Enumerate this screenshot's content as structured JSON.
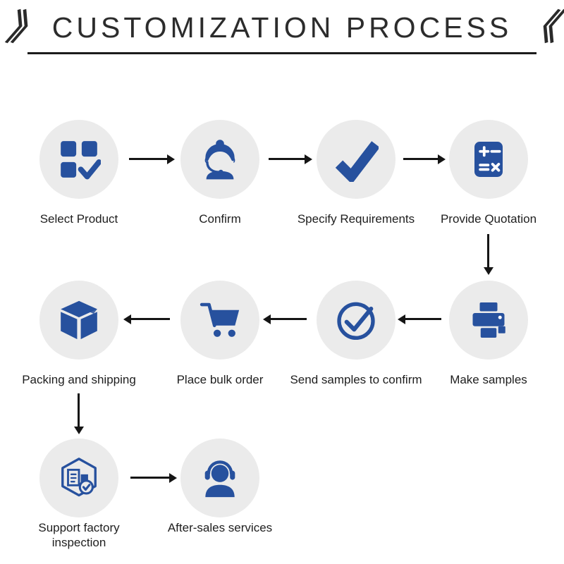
{
  "title": {
    "text": "CUSTOMIZATION PROCESS",
    "left_mark": "》",
    "right_mark": "《"
  },
  "steps": [
    {
      "label": "Select Product",
      "icon": "product-grid-check-icon"
    },
    {
      "label": "Confirm",
      "icon": "customer-service-agent-icon"
    },
    {
      "label": "Specify Requirements",
      "icon": "checkmark-icon"
    },
    {
      "label": "Provide Quotation",
      "icon": "calculator-icon"
    },
    {
      "label": "Make samples",
      "icon": "printer-icon"
    },
    {
      "label": "Send samples to confirm",
      "icon": "circle-check-icon"
    },
    {
      "label": "Place bulk order",
      "icon": "shopping-cart-icon"
    },
    {
      "label": "Packing and shipping",
      "icon": "package-box-icon"
    },
    {
      "label": "Support factory inspection",
      "icon": "factory-inspection-icon"
    },
    {
      "label": "After-sales services",
      "icon": "headset-person-icon"
    }
  ],
  "colors": {
    "icon_blue": "#27519E",
    "circle_gray": "#ebebeb",
    "arrow_black": "#151515"
  }
}
